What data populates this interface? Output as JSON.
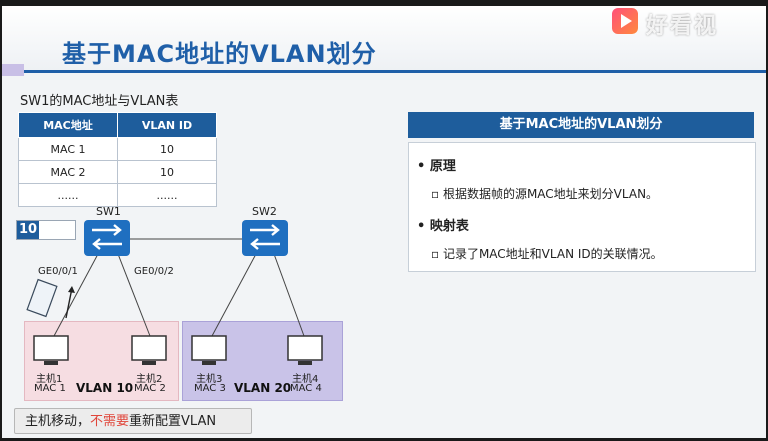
{
  "title": "基于MAC地址的VLAN划分",
  "logo_text": "好看视",
  "table": {
    "caption": "SW1的MAC地址与VLAN表",
    "headers": [
      "MAC地址",
      "VLAN ID"
    ],
    "rows": [
      [
        "MAC 1",
        "10"
      ],
      [
        "MAC 2",
        "10"
      ],
      [
        "......",
        "......"
      ]
    ]
  },
  "topology": {
    "vlan_tag_value": "10",
    "sw1": "SW1",
    "sw2": "SW2",
    "port_left": "GE0/0/1",
    "port_right": "GE0/0/2",
    "hosts": [
      {
        "name": "主机1",
        "mac": "MAC 1"
      },
      {
        "name": "主机2",
        "mac": "MAC 2"
      },
      {
        "name": "主机3",
        "mac": "MAC 3"
      },
      {
        "name": "主机4",
        "mac": "MAC 4"
      }
    ],
    "vlan10": "VLAN 10",
    "vlan20": "VLAN 20"
  },
  "note": {
    "part1": "主机移动，",
    "part2": "不需要",
    "part3": "重新配置VLAN"
  },
  "panel": {
    "header": "基于MAC地址的VLAN划分",
    "section1_title": "原理",
    "section1_text": "根据数据帧的源MAC地址来划分VLAN。",
    "section2_title": "映射表",
    "section2_text": "记录了MAC地址和VLAN  ID的关联情况。"
  },
  "colors": {
    "accent": "#1e5d9c",
    "vlan10_bg": "#f6dde2",
    "vlan20_bg": "#c9c3e8",
    "warning": "#e0453a"
  }
}
